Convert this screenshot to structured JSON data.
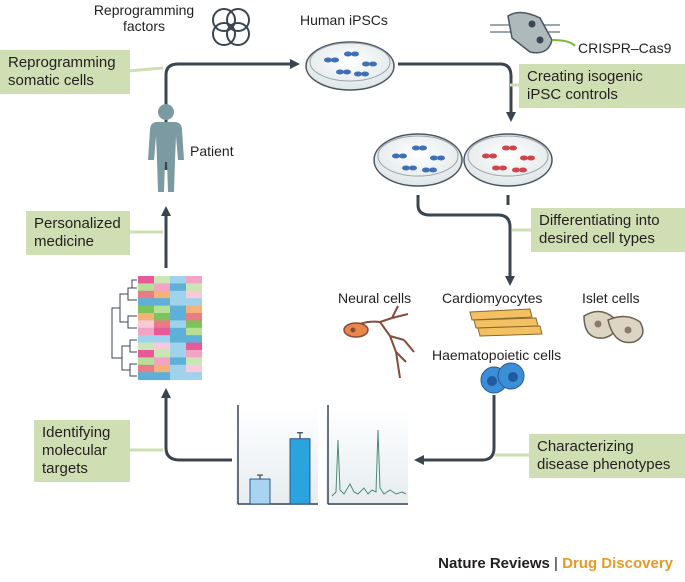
{
  "labels": {
    "reprogramming_factors": "Reprogramming\nfactors",
    "human_ipscs": "Human iPSCs",
    "crispr": "CRISPR–Cas9",
    "patient": "Patient",
    "neural": "Neural cells",
    "cardio": "Cardiomyocytes",
    "islet": "Islet cells",
    "haemato": "Haematopoietic cells"
  },
  "callouts": {
    "reprogramming": [
      "Reprogramming",
      "somatic cells"
    ],
    "isogenic": [
      "Creating isogenic",
      "iPSC controls"
    ],
    "personalized": [
      "Personalized",
      "medicine"
    ],
    "differentiating": [
      "Differentiating into",
      "desired cell types"
    ],
    "identifying": [
      "Identifying",
      "molecular",
      "targets"
    ],
    "characterizing": [
      "Characterizing",
      "disease phenotypes"
    ]
  },
  "credit": {
    "brand": "Nature Reviews",
    "separator": "|",
    "journal": "Drug Discovery"
  },
  "colors": {
    "arrow": "#3a4550",
    "callout": "#cfdfb3",
    "dish_blue": "#3f6fb5",
    "dish_red": "#d0454a",
    "bar": "#2ba3df",
    "credit_accent": "#e89a28"
  },
  "chart_data": {
    "type": "bar",
    "categories": [
      "",
      ""
    ],
    "values": [
      0.26,
      0.68
    ],
    "title": "",
    "xlabel": "",
    "ylabel": ""
  }
}
